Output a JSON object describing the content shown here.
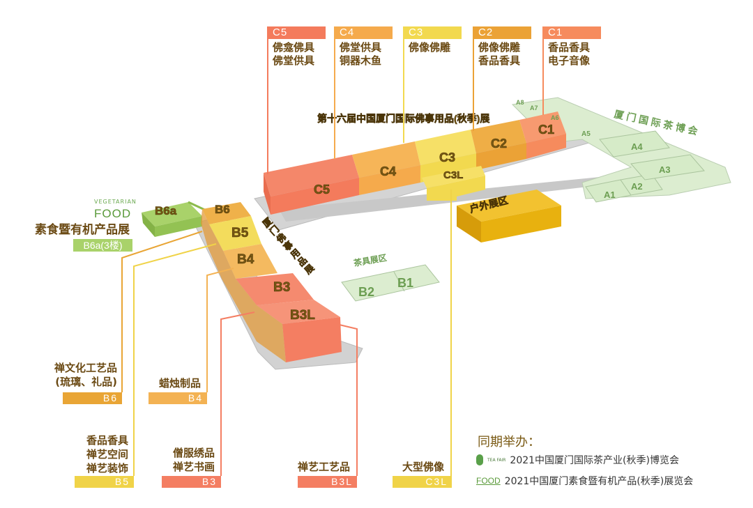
{
  "colors": {
    "C5": "#f47b5c",
    "C4": "#f5aa4c",
    "C3": "#f2d94f",
    "C2": "#eba236",
    "C1": "#f68b5d",
    "B6": "#e9a535",
    "B5": "#f0d348",
    "B4": "#f3b253",
    "B3": "#f47e62",
    "green": "#9cc95a",
    "tea": "#dcedd0",
    "outdoor": "#e8b10f",
    "text": "#6b4a14"
  },
  "c_halls": [
    {
      "code": "C5",
      "lines": [
        "佛龛佛具",
        "佛堂供具"
      ]
    },
    {
      "code": "C4",
      "lines": [
        "佛堂供具",
        "铜器木鱼"
      ]
    },
    {
      "code": "C3",
      "lines": [
        "佛像佛雕"
      ]
    },
    {
      "code": "C2",
      "lines": [
        "佛像佛雕",
        "香品香具"
      ]
    },
    {
      "code": "C1",
      "lines": [
        "香品香具",
        "电子音像"
      ]
    }
  ],
  "b_halls": {
    "B6": {
      "code": "B6",
      "lines": [
        "禅文化工艺品",
        "(琉璃、礼品)"
      ]
    },
    "B4": {
      "code": "B4",
      "lines": [
        "蜡烛制品"
      ]
    },
    "B5": {
      "code": "B5",
      "lines": [
        "香品香具",
        "禅艺空间",
        "禅艺装饰"
      ]
    },
    "B3": {
      "code": "B3",
      "lines": [
        "僧服绣品",
        "禅艺书画"
      ]
    },
    "B3L": {
      "code": "B3L",
      "lines": [
        "禅艺工艺品"
      ]
    },
    "C3L": {
      "code": "C3L",
      "lines": [
        "大型佛像"
      ]
    }
  },
  "b6a": {
    "logo": "FOOD",
    "logo_sub": "VEGETARIAN",
    "title": "素食暨有机产品展",
    "code": "B6a(3楼)"
  },
  "map": {
    "roof_title": "第十六届中国厦门国际佛事用品(秋季)展",
    "b_vertical": "厦门佛事用品展",
    "tea_hall": "厦门国际茶博会",
    "tea_zone": "茶具展区",
    "outdoor": "户外展区",
    "blocks": {
      "C5": "C5",
      "C4": "C4",
      "C3": "C3",
      "C2": "C2",
      "C1": "C1",
      "C3L": "C3L",
      "B6a": "B6a",
      "B6": "B6",
      "B5": "B5",
      "B4": "B4",
      "B3": "B3",
      "B3L": "B3L",
      "B2": "B2",
      "B1": "B1",
      "A1": "A1",
      "A2": "A2",
      "A3": "A3",
      "A4": "A4",
      "A5": "A5",
      "A6": "A6",
      "A7": "A7",
      "A8": "A8"
    }
  },
  "concurrent": {
    "title": "同期举办：",
    "events": [
      {
        "logo": "TEA FAIR",
        "text": "2021中国厦门国际茶产业(秋季)博览会"
      },
      {
        "logo": "FOOD",
        "text": "2021中国厦门素食暨有机产品(秋季)展览会"
      }
    ]
  }
}
